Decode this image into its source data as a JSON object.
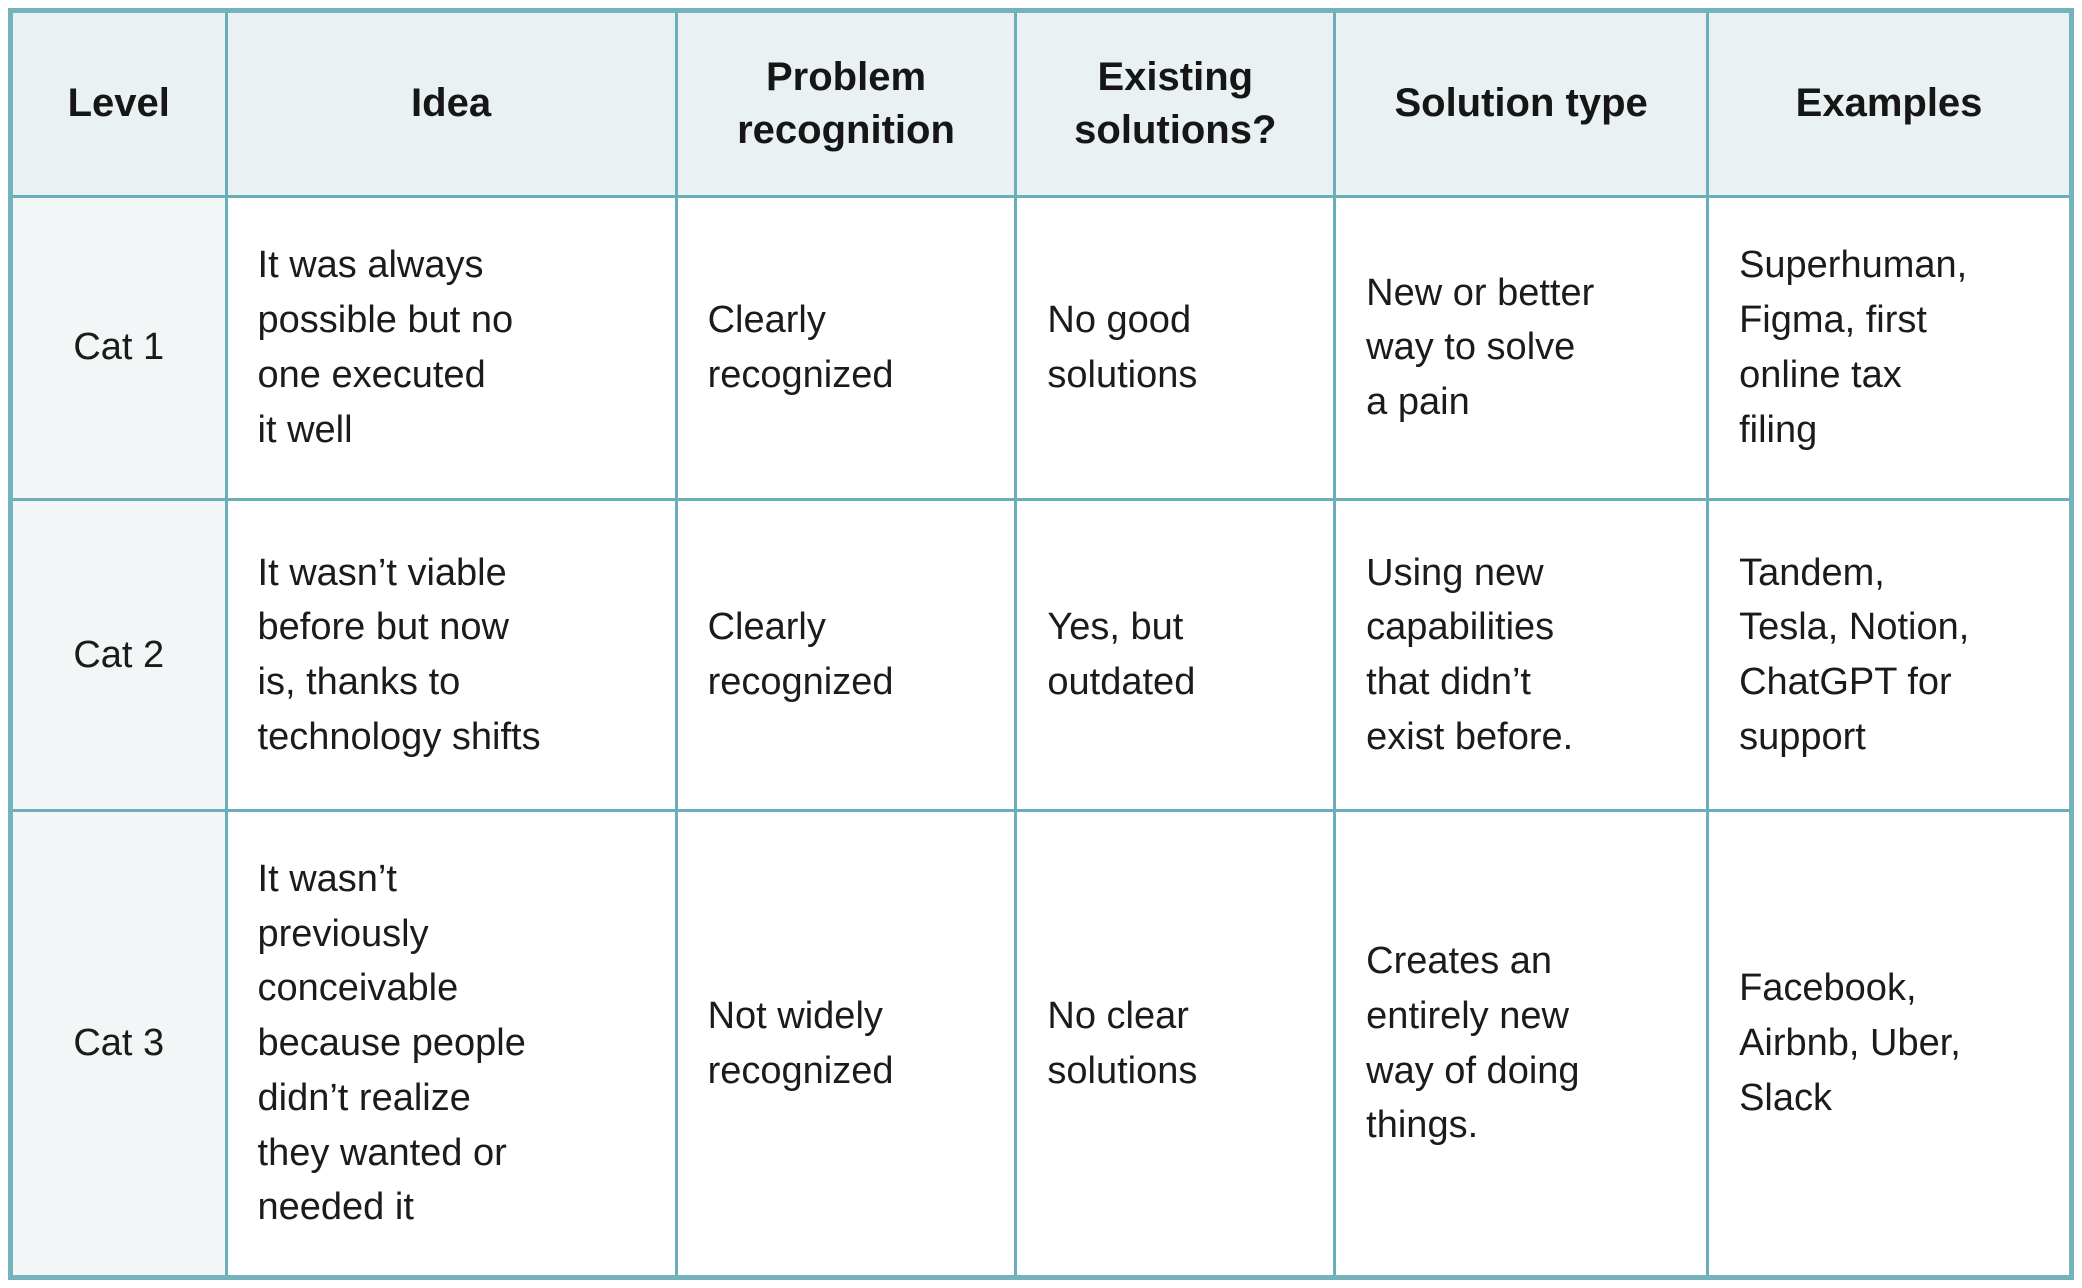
{
  "colors": {
    "outer_border": "#74b3bb",
    "inner_border": "#69aeb8",
    "header_background": "#e9f1f2",
    "level_column_background": "#f3f6f6",
    "cell_background": "#ffffff",
    "text": "#1b1b1b",
    "page_background": "#ffffff"
  },
  "table": {
    "columns": [
      {
        "key": "level",
        "label": "Level"
      },
      {
        "key": "idea",
        "label": "Idea"
      },
      {
        "key": "problem",
        "label": "Problem\nrecognition"
      },
      {
        "key": "existing",
        "label": "Existing\nsolutions?"
      },
      {
        "key": "solution",
        "label": "Solution type"
      },
      {
        "key": "examples",
        "label": "Examples"
      }
    ],
    "rows": [
      {
        "level": "Cat 1",
        "idea": "It was always\npossible but no\none executed\nit well",
        "problem": "Clearly\nrecognized",
        "existing": "No good\nsolutions",
        "solution": "New or better\nway to solve\na pain",
        "examples": "Superhuman,\nFigma, first\nonline tax\nfiling"
      },
      {
        "level": "Cat 2",
        "idea": "It wasn’t viable\nbefore but now\nis, thanks to\ntechnology shifts",
        "problem": "Clearly\nrecognized",
        "existing": "Yes, but\noutdated",
        "solution": "Using new\ncapabilities\nthat didn’t\nexist before.",
        "examples": "Tandem,\nTesla, Notion,\nChatGPT for\nsupport"
      },
      {
        "level": "Cat 3",
        "idea": "It wasn’t\npreviously\nconceivable\nbecause people\ndidn’t realize\nthey wanted or\nneeded it",
        "problem": "Not widely\nrecognized",
        "existing": "No clear\nsolutions",
        "solution": "Creates an\nentirely new\nway of doing\nthings.",
        "examples": "Facebook,\nAirbnb, Uber,\nSlack"
      }
    ]
  }
}
